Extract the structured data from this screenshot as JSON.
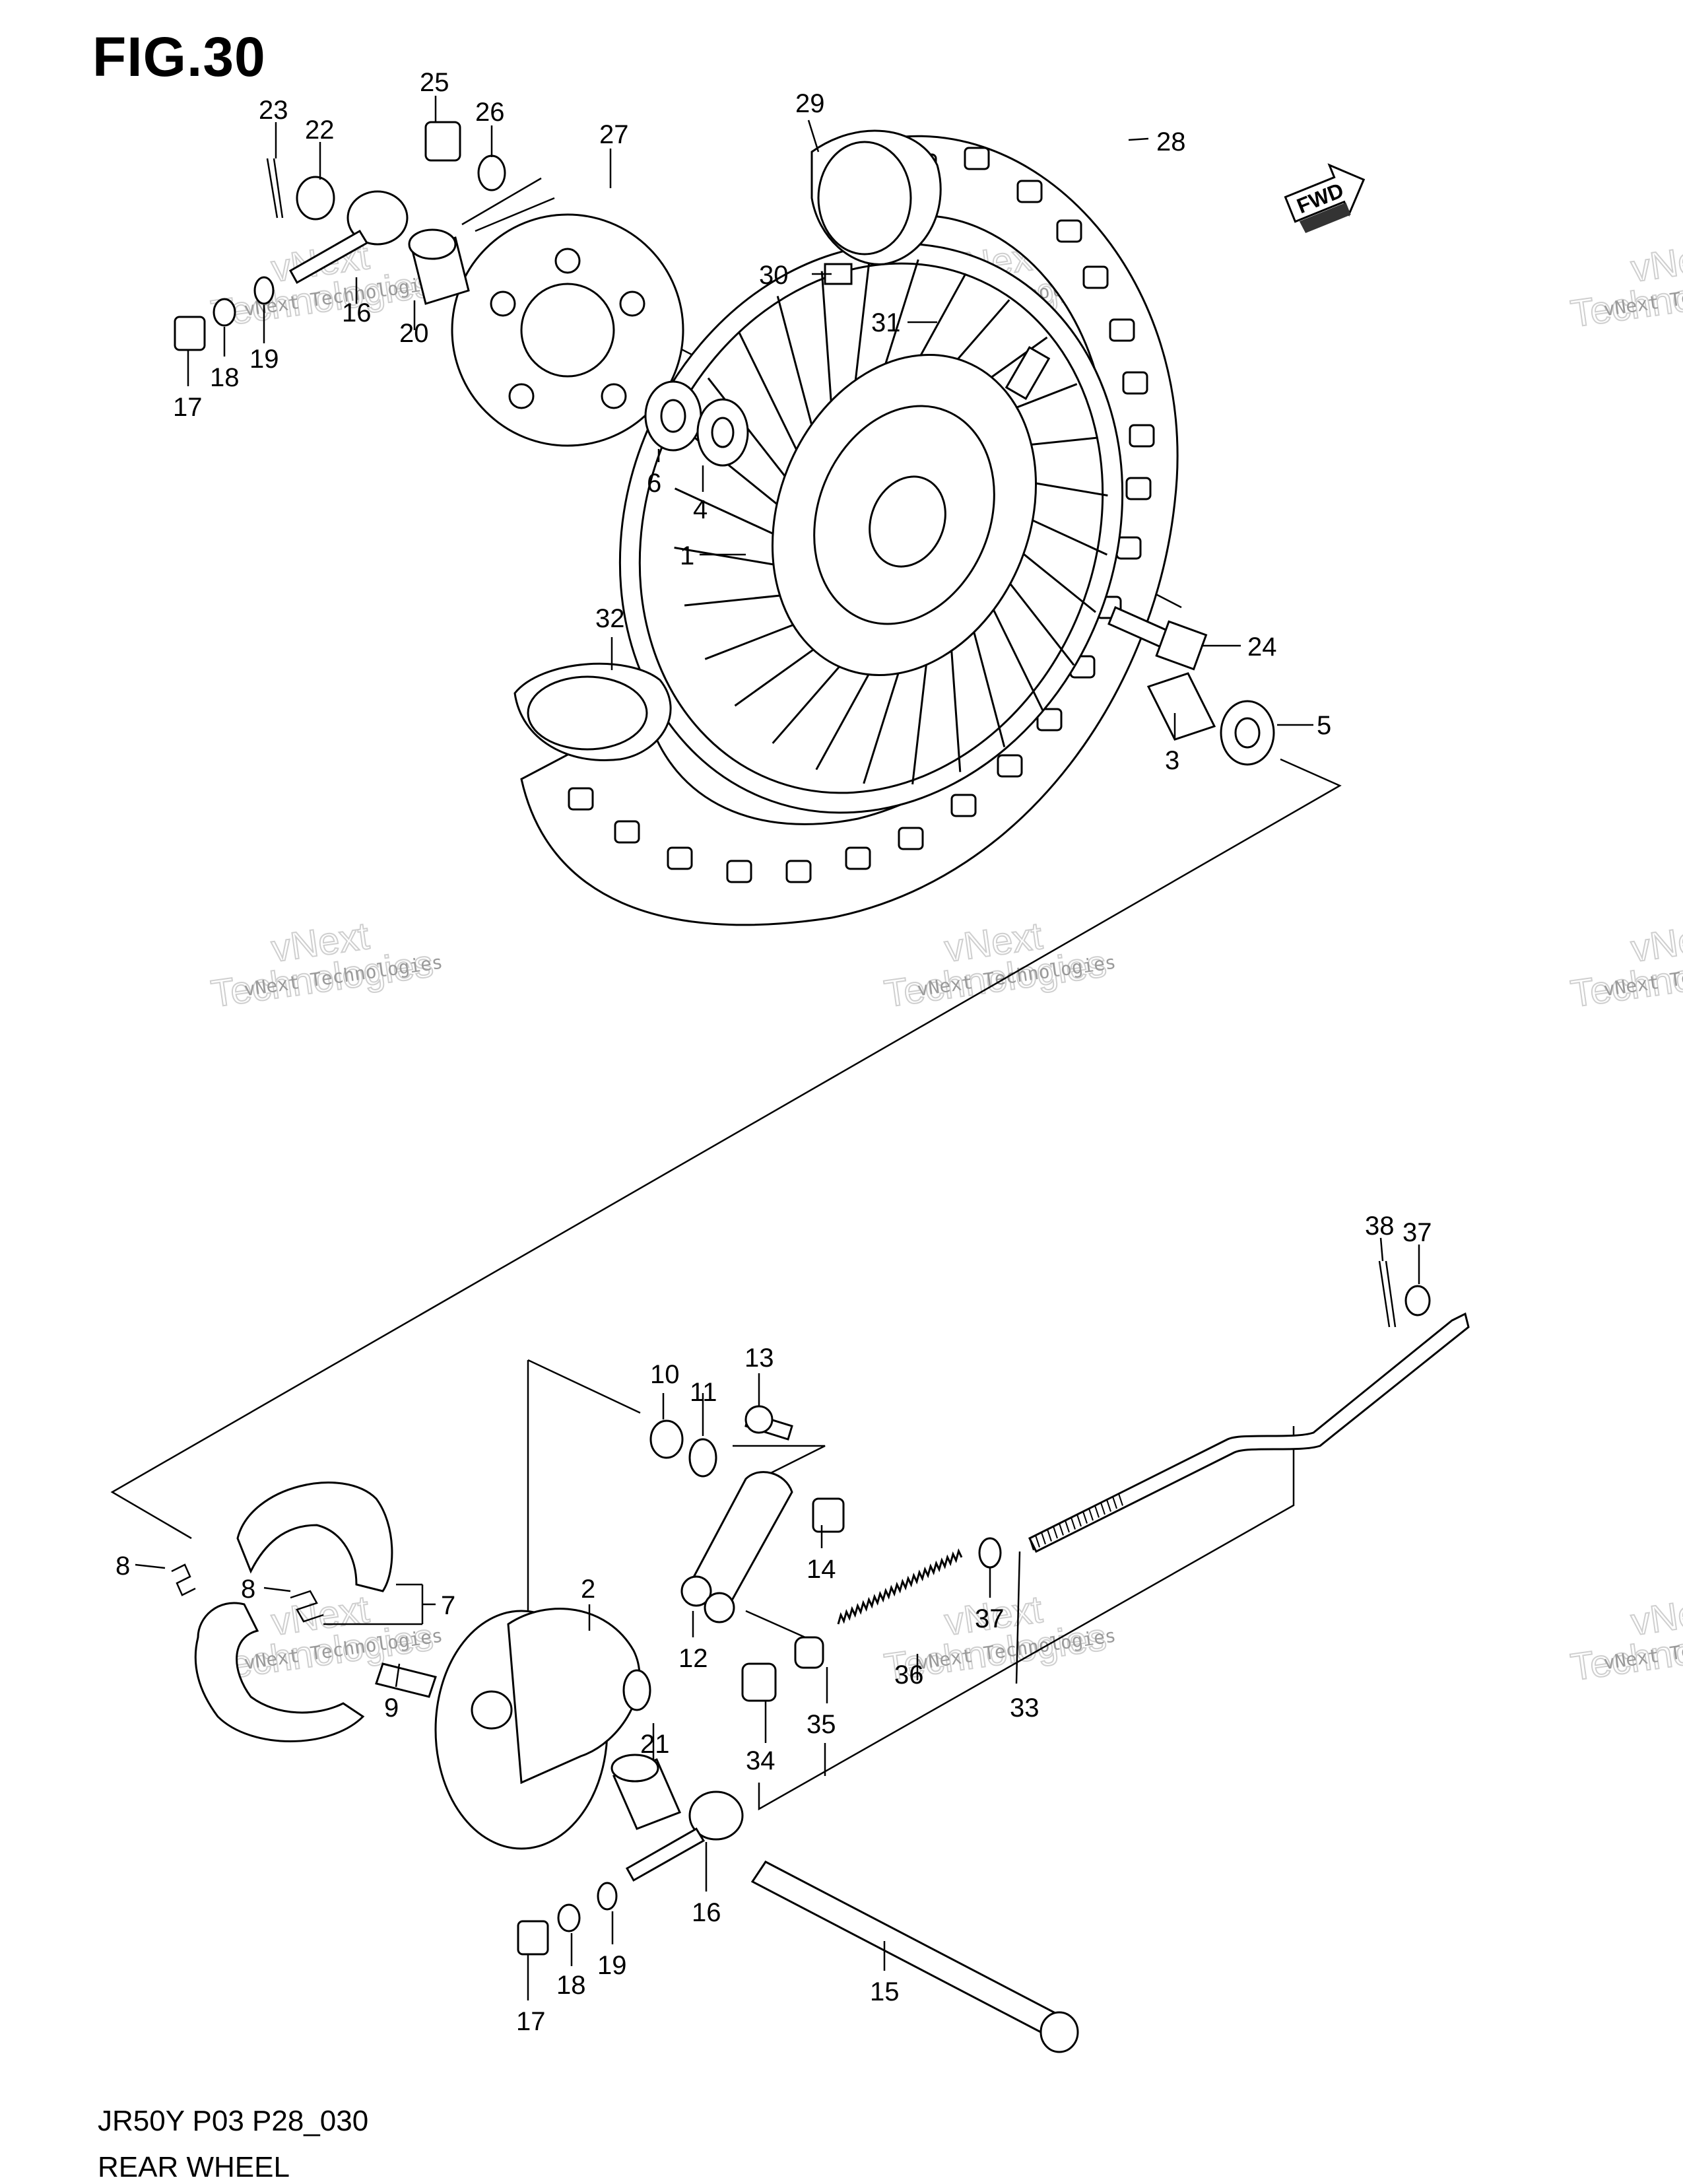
{
  "figure": {
    "title": "FIG.30"
  },
  "footer": {
    "code": "JR50Y P03 P28_030",
    "title": "REAR WHEEL"
  },
  "badge": {
    "fwd": "FWD"
  },
  "watermark": {
    "line1": "vNext Technologies",
    "line2": "vNext",
    "line3": "Technologies"
  },
  "callouts": [
    "1",
    "2",
    "3",
    "4",
    "5",
    "6",
    "7",
    "8",
    "8",
    "9",
    "10",
    "11",
    "12",
    "13",
    "14",
    "15",
    "16",
    "16",
    "17",
    "17",
    "18",
    "18",
    "19",
    "19",
    "20",
    "21",
    "22",
    "23",
    "24",
    "25",
    "26",
    "27",
    "28",
    "29",
    "30",
    "31",
    "32",
    "33",
    "34",
    "35",
    "36",
    "37",
    "37",
    "38"
  ]
}
